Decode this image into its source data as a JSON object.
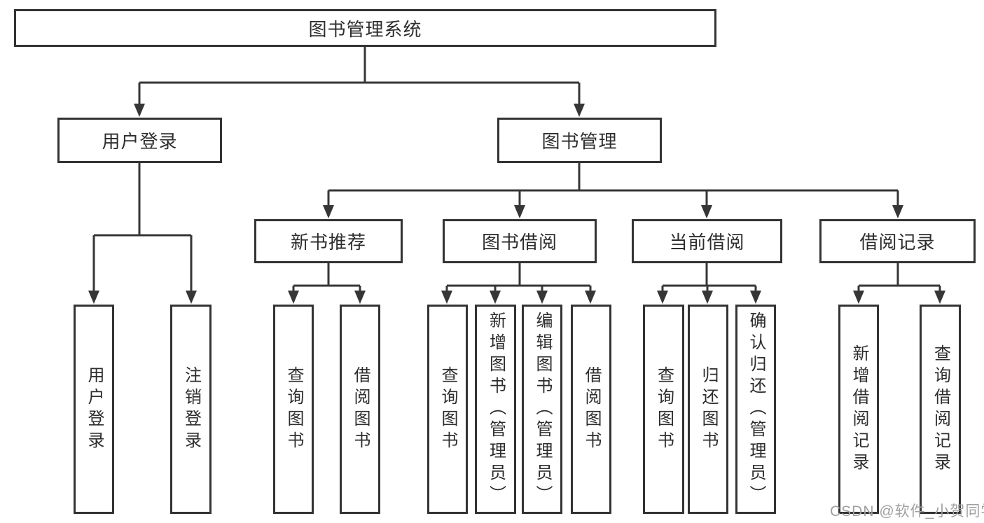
{
  "diagram": {
    "root": {
      "label": "图书管理系统"
    },
    "level2": {
      "user_login": {
        "label": "用户登录"
      },
      "book_management": {
        "label": "图书管理"
      }
    },
    "level3": {
      "new_book_recommend": {
        "label": "新书推荐"
      },
      "book_borrowing": {
        "label": "图书借阅"
      },
      "current_borrowing": {
        "label": "当前借阅"
      },
      "borrowing_records": {
        "label": "借阅记录"
      }
    },
    "leaves": {
      "user_login": {
        "label": "用户登录"
      },
      "logout": {
        "label": "注销登录"
      },
      "recommend_query_books": {
        "label": "查询图书"
      },
      "recommend_borrow_books": {
        "label": "借阅图书"
      },
      "borrow_query_books": {
        "label": "查询图书"
      },
      "borrow_add_books": {
        "label": "新增图书（管理员）"
      },
      "borrow_edit_books": {
        "label": "编辑图书（管理员）"
      },
      "borrow_borrow_books": {
        "label": "借阅图书"
      },
      "current_query_books": {
        "label": "查询图书"
      },
      "current_return_books": {
        "label": "归还图书"
      },
      "current_confirm_return": {
        "label": "确认归还（管理员）"
      },
      "records_add_record": {
        "label": "新增借阅记录"
      },
      "records_query_record": {
        "label": "查询借阅记录"
      }
    }
  },
  "watermark": {
    "label": "CSDN @软件_小贺同学"
  },
  "colors": {
    "line": "#363636",
    "box_border": "#333333",
    "text": "#2d2d2d",
    "watermark": "#a0a0a0",
    "background": "#ffffff"
  }
}
